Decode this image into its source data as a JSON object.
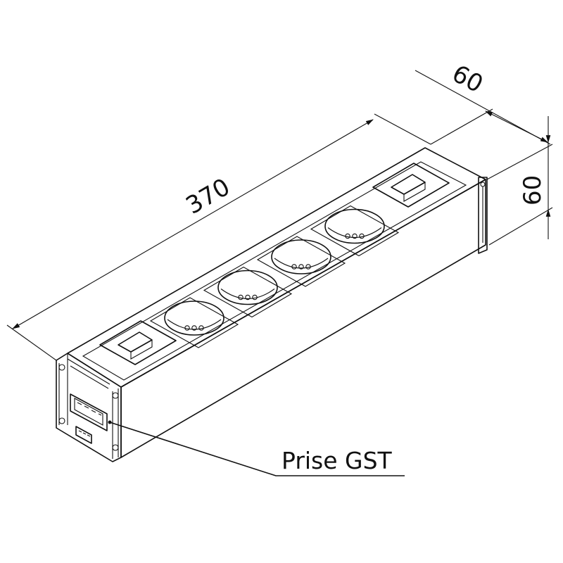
{
  "dimensions": {
    "length": "370",
    "depth": "60",
    "height": "60"
  },
  "callout": {
    "label": "Prise GST"
  },
  "socket_count": 4,
  "switch_count": 2
}
